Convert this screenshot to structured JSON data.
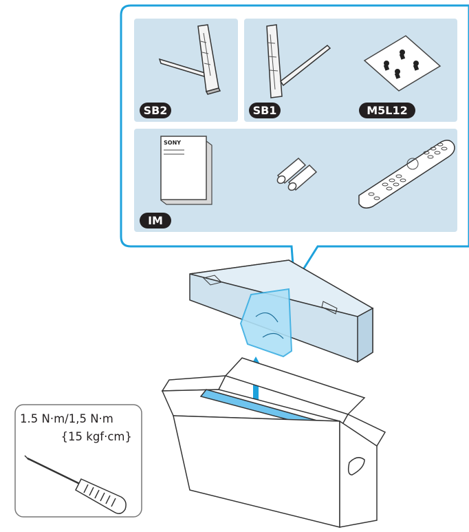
{
  "callout": {
    "parts": [
      {
        "label": "SB2"
      },
      {
        "label": "SB1"
      },
      {
        "label": "M5L12"
      }
    ],
    "items": [
      {
        "label": "IM",
        "brand": "SONY"
      },
      {
        "label": ""
      },
      {
        "label": ""
      }
    ]
  },
  "torque": {
    "value": "1.5 N·m/1,5 N·m",
    "kgf": "{15 kgf·cm}"
  },
  "colors": {
    "accent": "#1ea2dc",
    "panel_bg": "#cfe2ee",
    "badge_bg": "#231f20"
  }
}
